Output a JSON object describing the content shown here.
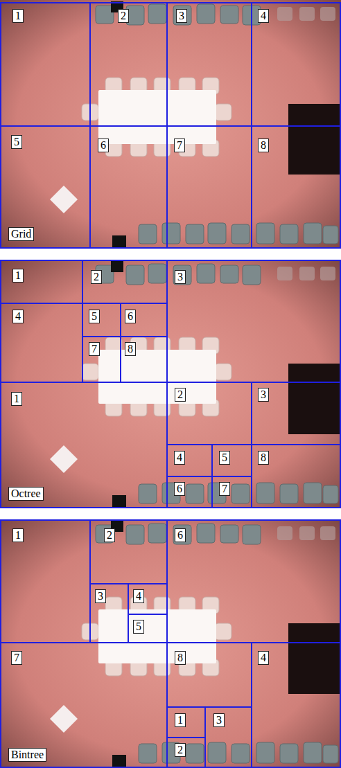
{
  "diagram": {
    "labels": [
      "1",
      "2",
      "3",
      "4",
      "5",
      "6",
      "7",
      "8",
      "Grid",
      "1",
      "2",
      "3",
      "4",
      "5",
      "6",
      "7",
      "8",
      "1",
      "2",
      "3",
      "4",
      "5",
      "8",
      "6",
      "7",
      "Octree",
      "1",
      "2",
      "6",
      "3",
      "4",
      "5",
      "7",
      "8",
      "4",
      "1",
      "3",
      "2",
      "Bintree"
    ]
  }
}
